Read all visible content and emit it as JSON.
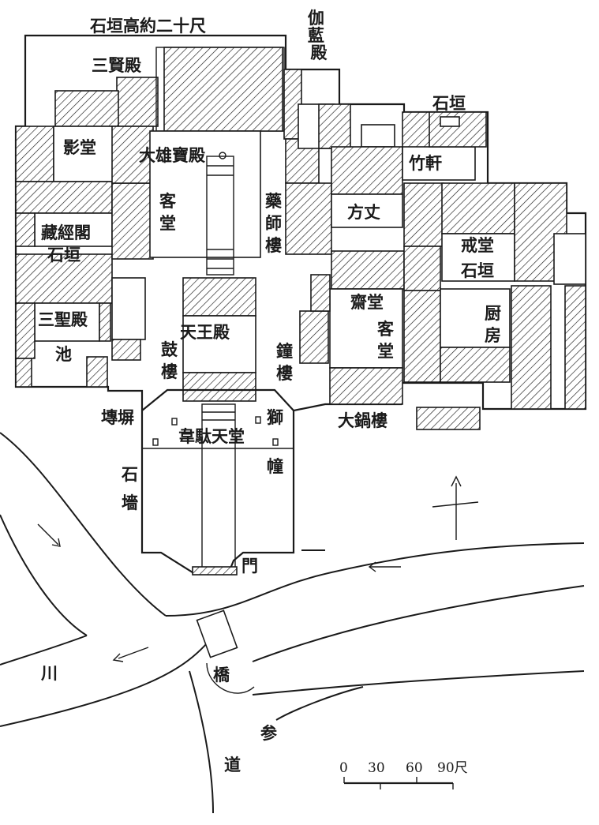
{
  "labels": {
    "stone_wall_height": "石垣高約二十尺",
    "garan_den": "伽藍殿",
    "sanken_den": "三賢殿",
    "ishigaki_top_right": "石垣",
    "eido": "影堂",
    "daiyuhoden": "大雄寶殿",
    "chikuken": "竹軒",
    "kyakudo_left": "客堂",
    "yakushiro": "藥師樓",
    "hojo": "方丈",
    "zokyokaku": "藏經閣",
    "ishigaki_left": "石垣",
    "kaido": "戒堂",
    "ishigaki_right": "石垣",
    "saido": "齋堂",
    "sanseiden": "三聖殿",
    "kuri": "厨房",
    "tennoden": "天王殿",
    "kyakudo_right": "客堂",
    "ike": "池",
    "koro": "鼓樓",
    "shoro": "鐘樓",
    "daikaro": "大鍋樓",
    "senpei": "塼塀",
    "idaten_do": "韋駄天堂",
    "shishi": "獅",
    "ishibei": "石墻",
    "do": "幢",
    "mon": "門",
    "kawa": "川",
    "hashi": "橋",
    "sando": "参道"
  },
  "scale": {
    "ticks": [
      "0",
      "30",
      "60",
      "90尺"
    ]
  },
  "colors": {
    "ink": "#1a1a1a",
    "paper": "#ffffff"
  }
}
